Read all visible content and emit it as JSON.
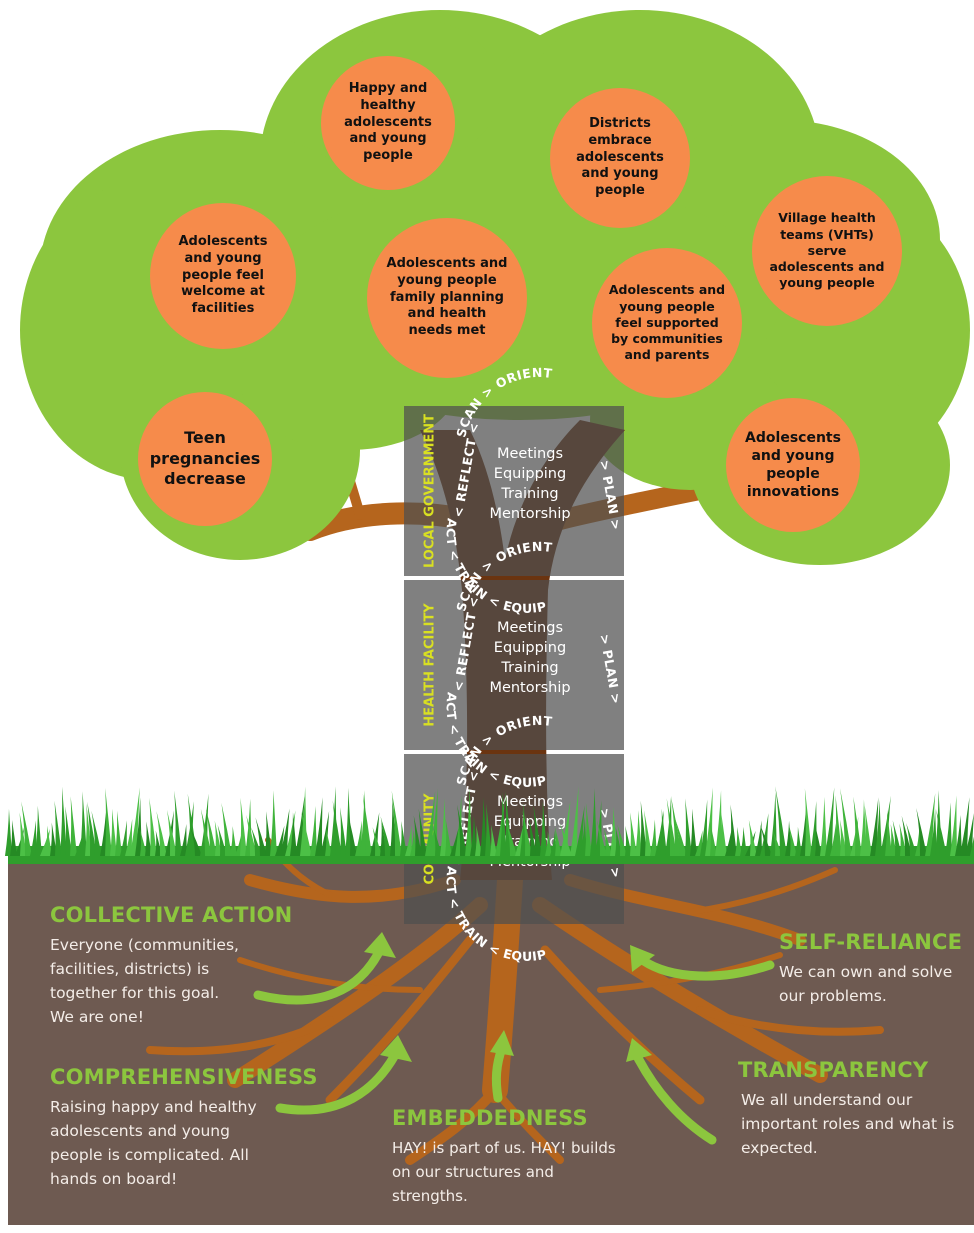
{
  "colors": {
    "canopy": "#8cc63e",
    "goal_bubble": "#f68b4b",
    "trunk": "#6b3410",
    "branch": "#b5651d",
    "grass": "#2f9e2c",
    "soil": "#6e5a51",
    "panel": "#4f4f4f",
    "cycle_arrow": "#d9e021",
    "heading": "#8cc63e",
    "body_text": "#f4ede8"
  },
  "goals": [
    {
      "id": "happy",
      "text": "Happy and healthy adolescents and young people"
    },
    {
      "id": "districts",
      "text": "Districts embrace adolescents and young people"
    },
    {
      "id": "vht",
      "text": "Village health teams (VHTs) serve adolescents and young people"
    },
    {
      "id": "welcome",
      "text": "Adolescents and young people feel welcome at facilities"
    },
    {
      "id": "family",
      "text": "Adolescents and young people family planning and health needs met"
    },
    {
      "id": "supported",
      "text": "Adolescents and young people feel supported by communities and parents"
    },
    {
      "id": "teen",
      "text": "Teen pregnancies decrease"
    },
    {
      "id": "innovations",
      "text": "Adolescents and young people innovations"
    }
  ],
  "levels": [
    {
      "label": "LOCAL GOVERNMENT",
      "activities": [
        "Meetings",
        "Equipping",
        "Training",
        "Mentorship"
      ]
    },
    {
      "label": "HEALTH FACILITY",
      "activities": [
        "Meetings",
        "Equipping",
        "Training",
        "Mentorship"
      ]
    },
    {
      "label": "COMMUNITY",
      "activities": [
        "Meetings",
        "Equipping",
        "Training",
        "Mentorship"
      ]
    }
  ],
  "cycle": {
    "steps": [
      "SCAN",
      "ORIENT",
      "PLAN",
      "EQUIP",
      "TRAIN",
      "ACT",
      "REFLECT"
    ],
    "separator_cw": ">",
    "separator_ccw": "<"
  },
  "principles": [
    {
      "id": "collective",
      "title": "COLLECTIVE ACTION",
      "lines": [
        "Everyone (communities,",
        "facilities, districts) is",
        "together for this goal.",
        "We are one!"
      ]
    },
    {
      "id": "self",
      "title": "SELF-RELIANCE",
      "lines": [
        "We can own and solve",
        "our problems."
      ]
    },
    {
      "id": "comprehensive",
      "title": "COMPREHENSIVENESS",
      "lines": [
        "Raising happy and healthy",
        "adolescents and young",
        "people is complicated. All",
        "hands on board!"
      ]
    },
    {
      "id": "transparency",
      "title": "TRANSPARENCY",
      "lines": [
        "We all understand our",
        "important roles and what is",
        "expected."
      ]
    },
    {
      "id": "embeddedness",
      "title": "EMBEDDEDNESS",
      "lines": [
        "HAY! is part of us. HAY! builds",
        "on our structures and",
        "strengths."
      ]
    }
  ]
}
